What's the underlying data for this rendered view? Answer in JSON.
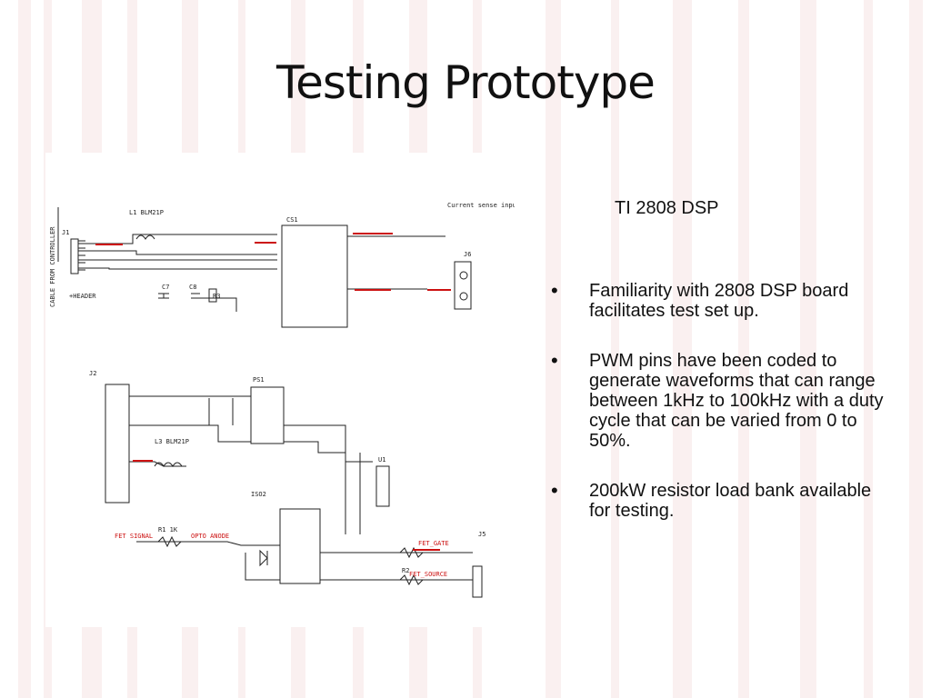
{
  "slide": {
    "title": "Testing Prototype",
    "subtitle": "TI 2808 DSP",
    "bullets": [
      "Familiarity with 2808 DSP board facilitates test set up.",
      "PWM pins have been coded to generate waveforms that can range between 1kHz to 100kHz with a duty cycle that can be varied from 0 to 50%.",
      "200kW resistor load bank available for testing."
    ],
    "bullet_glyph": "•"
  },
  "schematic": {
    "labels": {
      "j1": "J1",
      "j2": "J2",
      "j5": "J5",
      "j6": "J6",
      "cs1": "CS1",
      "ps1": "PS1",
      "iso2": "ISO2",
      "l1": "L1 BLM21P",
      "l3": "L3 BLM21P",
      "c7": "C7",
      "c8": "C8",
      "r1": "R1 1K",
      "r2": "R2",
      "r3": "R3",
      "u1": "U1",
      "fet_signal": "FET SIGNAL",
      "opto_anode": "OPTO ANODE",
      "fet_gate": "FET_GATE",
      "fet_source": "FET_SOURCE",
      "header": "+HEADER",
      "current_sense": "Current sense inputs",
      "cable_from_controller": "CABLE FROM CONTROLLER"
    }
  }
}
